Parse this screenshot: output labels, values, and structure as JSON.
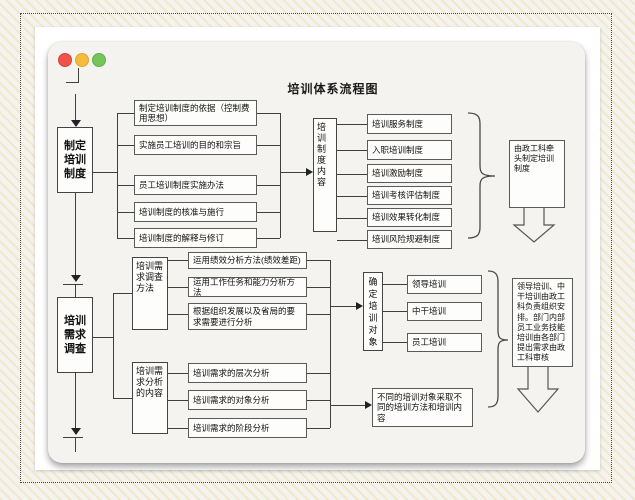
{
  "window": {
    "controls": [
      {
        "name": "close",
        "color": "#ee544a"
      },
      {
        "name": "minimize",
        "color": "#f5bb3d"
      },
      {
        "name": "maximize",
        "color": "#77c45b"
      }
    ]
  },
  "diagram": {
    "title": "培训体系流程图",
    "colors": {
      "line": "#3f3f3f",
      "box_border": "#5a5a5a",
      "box_fill": "#fdfdfb",
      "card_bg": "#f4f3f0"
    },
    "make_system": {
      "label": "制定培训制度",
      "basis": [
        "制定培训制度的依据（控制费用思想）",
        "实施员工培训的目的和宗旨",
        "员工培训制度实施办法",
        "培训制度的核准与施行",
        "培训制度的解释与修订"
      ],
      "content_label": "培训制度内容",
      "contents": [
        "培训服务制度",
        "入职培训制度",
        "培训激励制度",
        "培训考核评估制度",
        "培训效果转化制度",
        "培训风险规避制度"
      ],
      "note": "由政工科牵头制定培训制度"
    },
    "need_survey": {
      "label": "培训需求调查",
      "method_label": "培训需求调查方法",
      "methods": [
        "运用绩效分析方法(绩效差距)",
        "运用工作任务和能力分析方法",
        "根据组织发展以及省局的要求需要进行分析"
      ],
      "analysis_label": "培训需求分析的内容",
      "analyses": [
        "培训需求的层次分析",
        "培训需求的对象分析",
        "培训需求的阶段分析"
      ],
      "target_label": "确定培训对象",
      "targets": [
        "领导培训",
        "中干培训",
        "员工培训"
      ],
      "note": "领导培训、中干培训由政工科负责组织安排。部门内部员工业务技能培训由各部门提出需求由政工科审核",
      "result": "不同的培训对象采取不同的培训方法和培训内容"
    }
  }
}
